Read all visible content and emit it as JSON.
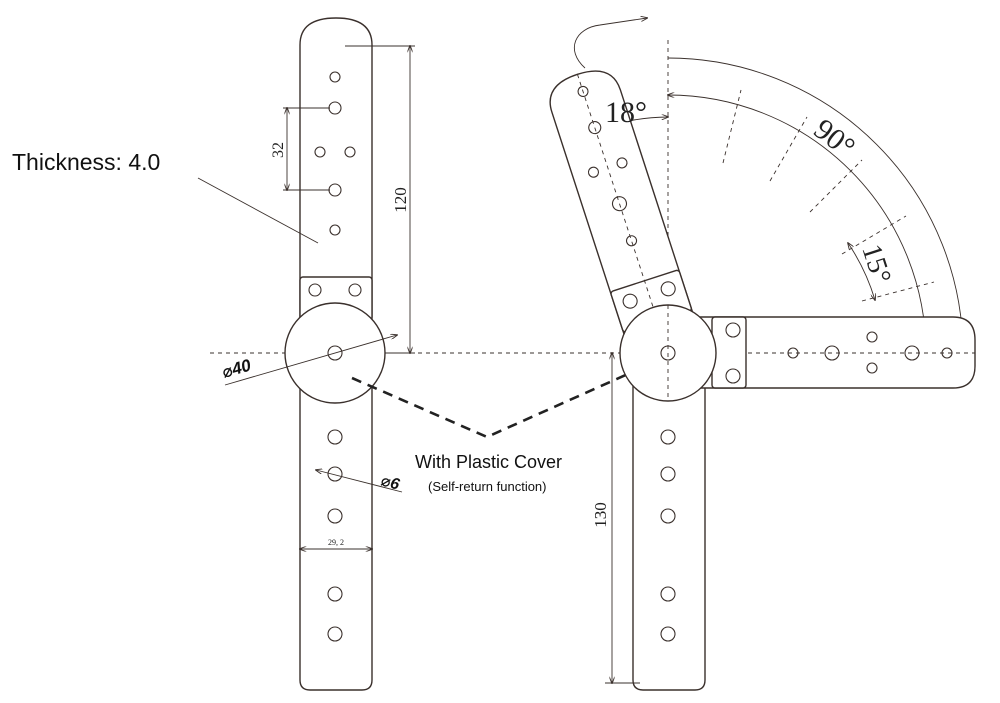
{
  "labels": {
    "thickness": "Thickness: 4.0",
    "cover_title": "With Plastic Cover",
    "cover_subtitle": "(Self-return function)"
  },
  "dimensions": {
    "hole_spacing": "32",
    "arm_length_upper": "120",
    "arm_length_lower": "130",
    "hub_diameter": "⌀40",
    "hole_diameter": "⌀6",
    "arm_width": "29, 2"
  },
  "angles": {
    "overtravel": "18°",
    "rotation": "90°",
    "step": "15°"
  }
}
